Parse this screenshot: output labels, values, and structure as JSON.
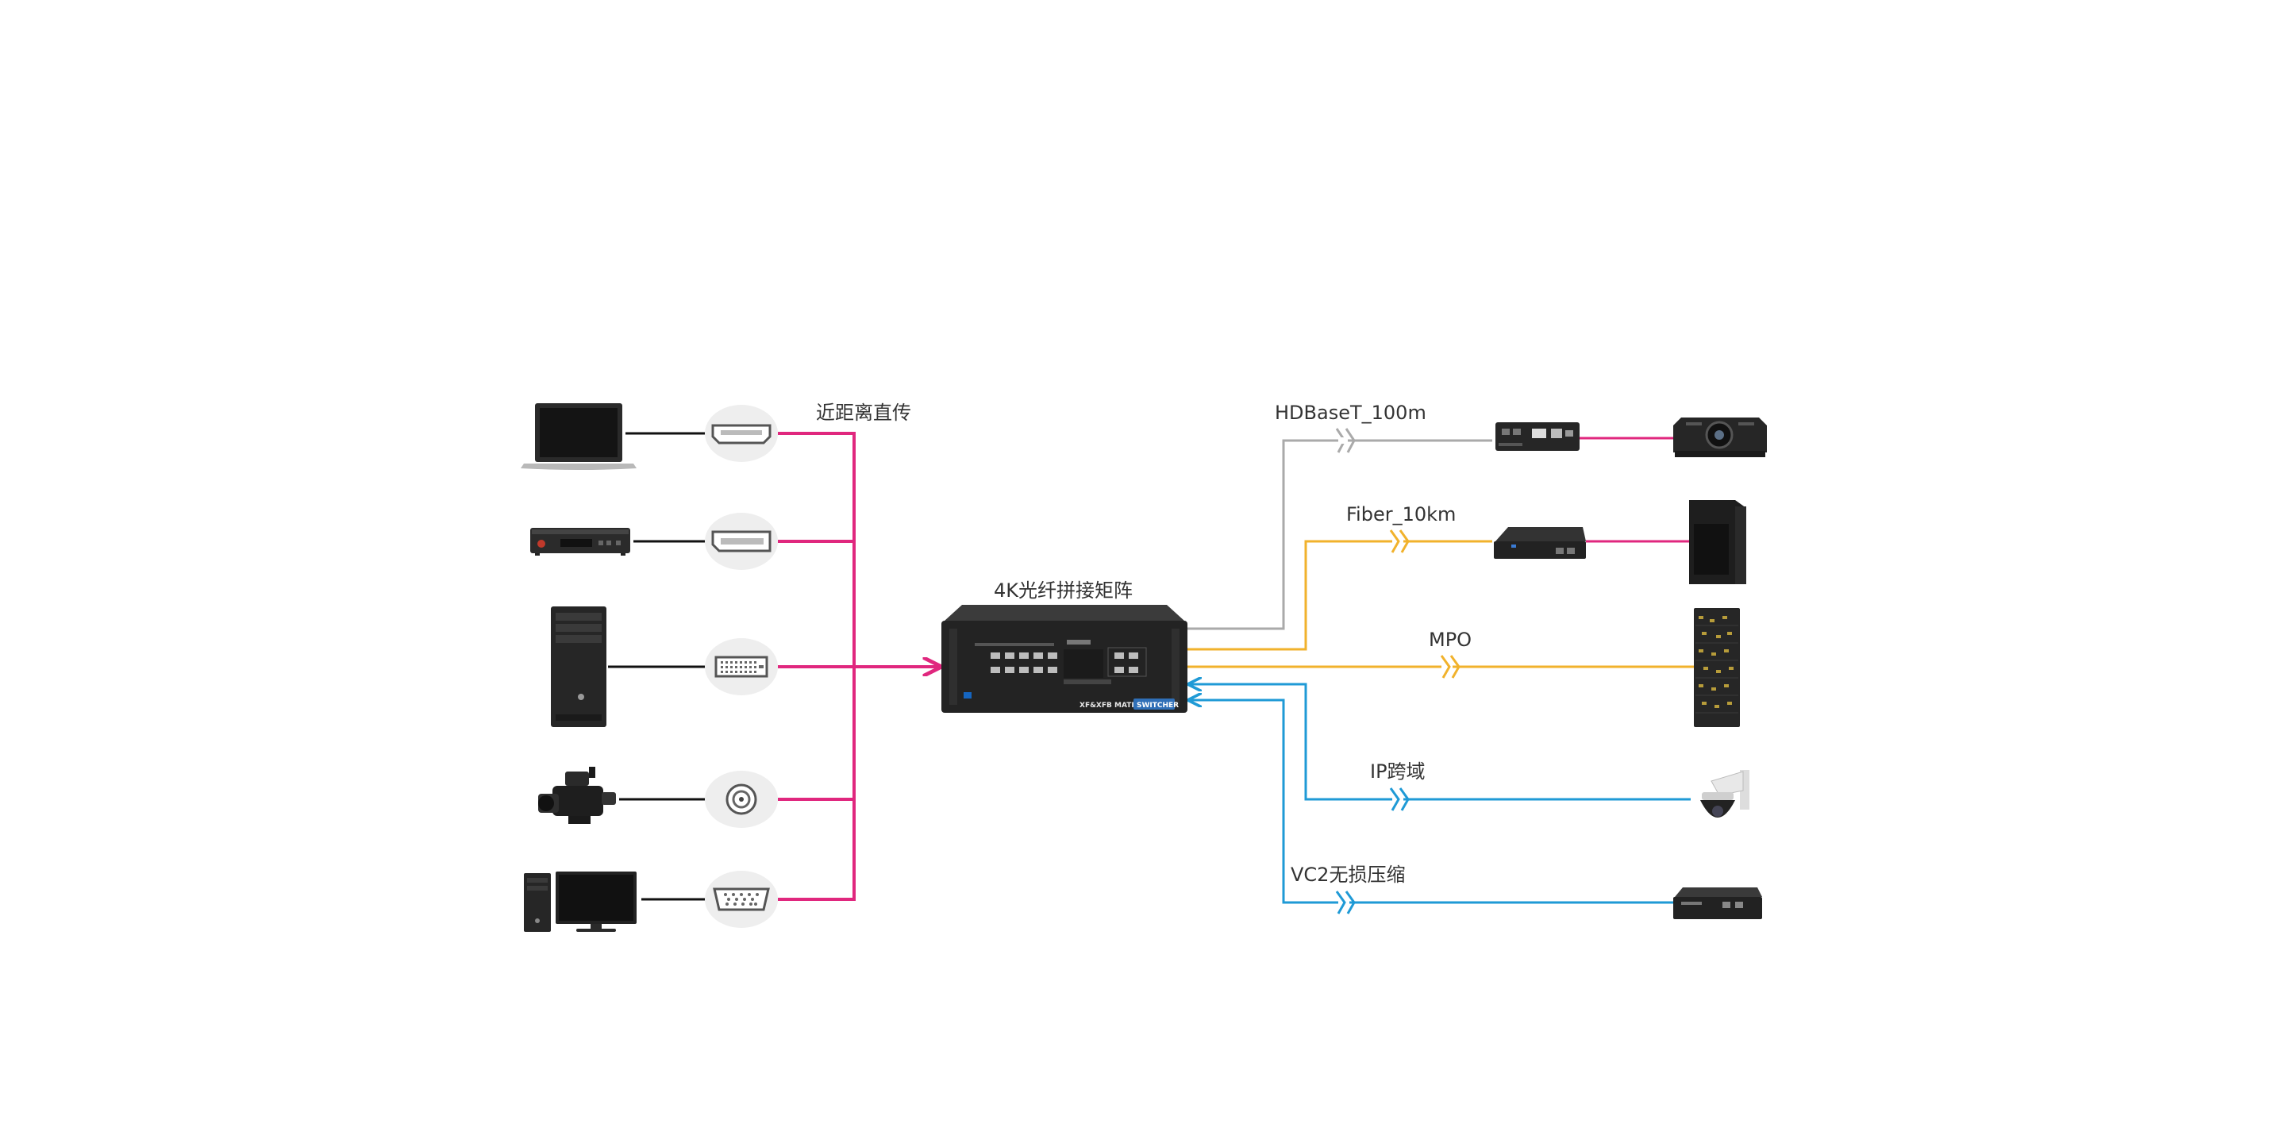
{
  "labels": {
    "near_direct": "近距离直传",
    "hdbaset": "HDBaseT_100m",
    "fiber": "Fiber_10km",
    "mpo": "MPO",
    "ip_cross": "IP跨域",
    "vc2": "VC2无损压缩",
    "matrix_title": "4K光纤拼接矩阵",
    "matrix_model": "XF&XFB MATRIX",
    "matrix_switcher": "SWITCHER"
  },
  "sources": [
    {
      "icon": "laptop-icon",
      "port": "hdmi-port-icon"
    },
    {
      "icon": "blu-ray-player-icon",
      "port": "displayport-icon"
    },
    {
      "icon": "desktop-tower-icon",
      "port": "dvi-port-icon"
    },
    {
      "icon": "video-camera-icon",
      "port": "bnc-sdi-port-icon"
    },
    {
      "icon": "desktop-computer-monitor-icon",
      "port": "vga-port-icon"
    }
  ],
  "colors": {
    "magenta": "#e0277e",
    "gray": "#aaaaaa",
    "orange": "#f1b22c",
    "blue": "#1f9ad6",
    "device_dark": "#232323"
  }
}
